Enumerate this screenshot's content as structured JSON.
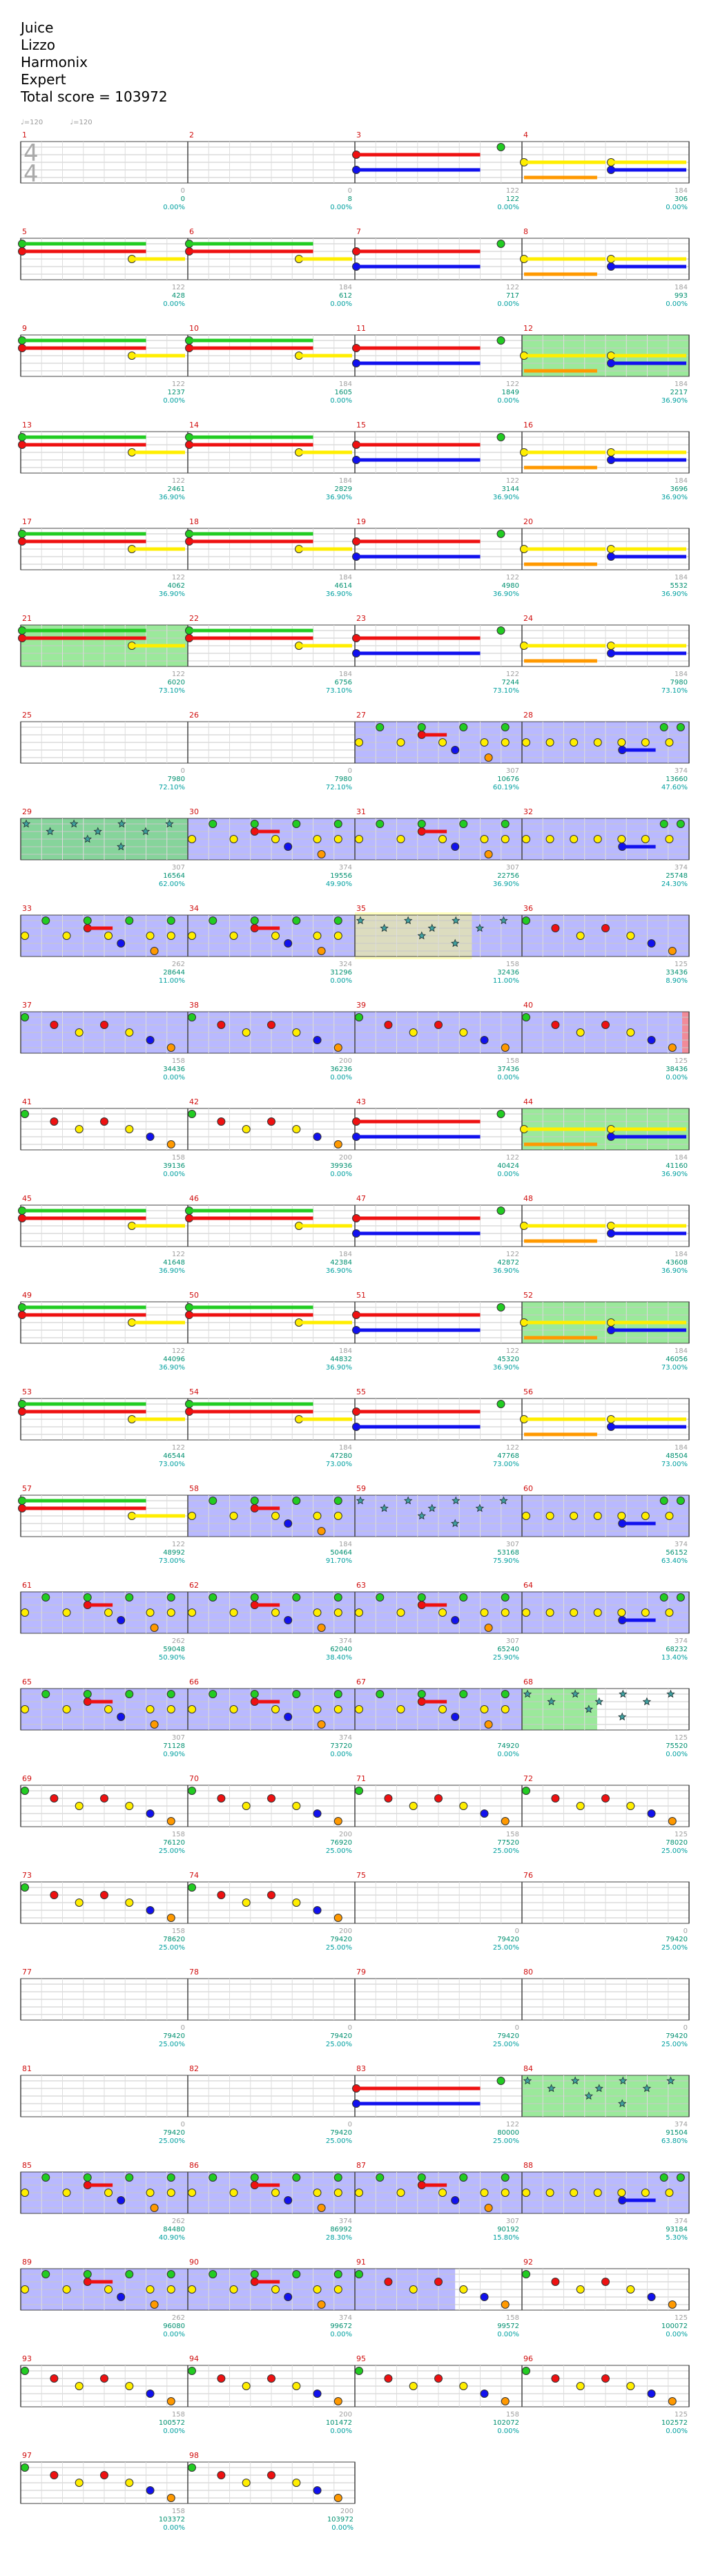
{
  "header": {
    "song": "Juice",
    "artist": "Lizzo",
    "charter": "Harmonix",
    "difficulty": "Expert",
    "total_score": "Total score = 103972"
  },
  "tempo_marks": [
    "♩=120",
    "♩=120"
  ],
  "time_signature": {
    "top": "4",
    "bottom": "4"
  },
  "colors": {
    "green": "#22cc22",
    "red": "#ee1111",
    "yellow": "#ffee00",
    "blue": "#1111ee",
    "orange": "#ff9900",
    "overdrive": "#8080ff",
    "solo": "#70e070",
    "star": "#40a0a0"
  },
  "rows": [
    {
      "measures": [
        {
          "n": "1",
          "tick": "",
          "score": "0",
          "pct": "0.00%",
          "pattern": "empty",
          "ts": true
        },
        {
          "n": "2",
          "tick": "0",
          "score": "0",
          "pct": "0.00%",
          "pattern": "empty"
        },
        {
          "n": "3",
          "tick": "0",
          "score": "8",
          "pct": "0.00%",
          "pattern": "sustain"
        },
        {
          "n": "4",
          "tick": "122",
          "score": "122",
          "pct": "0.00%",
          "pattern": "sustain2"
        }
      ],
      "end_tick": "184",
      "end_score": "306",
      "end_pct": "0.00%"
    },
    {
      "measures": [
        {
          "n": "5",
          "tick": "",
          "score": "",
          "pct": "",
          "pattern": "greenlong"
        },
        {
          "n": "6",
          "tick": "122",
          "score": "428",
          "pct": "0.00%",
          "pattern": "greenlong"
        },
        {
          "n": "7",
          "tick": "184",
          "score": "612",
          "pct": "0.00%",
          "pattern": "sustain"
        },
        {
          "n": "8",
          "tick": "122",
          "score": "717",
          "pct": "0.00%",
          "pattern": "sustain2"
        }
      ],
      "end_tick": "184",
      "end_score": "993",
      "end_pct": "0.00%"
    },
    {
      "measures": [
        {
          "n": "9",
          "tick": "",
          "score": "",
          "pct": "",
          "pattern": "greenlong"
        },
        {
          "n": "10",
          "tick": "122",
          "score": "1237",
          "pct": "0.00%",
          "pattern": "greenlong"
        },
        {
          "n": "11",
          "tick": "184",
          "score": "1605",
          "pct": "0.00%",
          "pattern": "sustain"
        },
        {
          "n": "12",
          "tick": "122",
          "score": "1849",
          "pct": "0.00%",
          "pattern": "sustain2",
          "solo": true
        }
      ],
      "end_tick": "184",
      "end_score": "2217",
      "end_pct": "36.90%"
    },
    {
      "measures": [
        {
          "n": "13",
          "tick": "",
          "score": "",
          "pct": "",
          "pattern": "greenlong"
        },
        {
          "n": "14",
          "tick": "122",
          "score": "2461",
          "pct": "36.90%",
          "pattern": "greenlong"
        },
        {
          "n": "15",
          "tick": "184",
          "score": "2829",
          "pct": "36.90%",
          "pattern": "sustain"
        },
        {
          "n": "16",
          "tick": "122",
          "score": "3144",
          "pct": "36.90%",
          "pattern": "sustain2"
        }
      ],
      "end_tick": "184",
      "end_score": "3696",
      "end_pct": "36.90%"
    },
    {
      "measures": [
        {
          "n": "17",
          "tick": "",
          "score": "",
          "pct": "",
          "pattern": "greenlong"
        },
        {
          "n": "18",
          "tick": "122",
          "score": "4062",
          "pct": "36.90%",
          "pattern": "greenlong"
        },
        {
          "n": "19",
          "tick": "184",
          "score": "4614",
          "pct": "36.90%",
          "pattern": "sustain"
        },
        {
          "n": "20",
          "tick": "122",
          "score": "4980",
          "pct": "36.90%",
          "pattern": "sustain2"
        }
      ],
      "end_tick": "184",
      "end_score": "5532",
      "end_pct": "36.90%"
    },
    {
      "measures": [
        {
          "n": "21",
          "tick": "",
          "score": "",
          "pct": "",
          "pattern": "greenlong",
          "solo": true
        },
        {
          "n": "22",
          "tick": "122",
          "score": "6020",
          "pct": "73.10%",
          "pattern": "greenlong"
        },
        {
          "n": "23",
          "tick": "184",
          "score": "6756",
          "pct": "73.10%",
          "pattern": "sustain"
        },
        {
          "n": "24",
          "tick": "122",
          "score": "7244",
          "pct": "73.10%",
          "pattern": "sustain2"
        }
      ],
      "end_tick": "184",
      "end_score": "7980",
      "end_pct": "73.10%"
    },
    {
      "measures": [
        {
          "n": "25",
          "tick": "",
          "score": "",
          "pct": "",
          "pattern": "empty"
        },
        {
          "n": "26",
          "tick": "0",
          "score": "7980",
          "pct": "72.10%",
          "pattern": "empty"
        },
        {
          "n": "27",
          "tick": "0",
          "score": "7980",
          "pct": "72.10%",
          "pattern": "dense",
          "od": true
        },
        {
          "n": "28",
          "tick": "307",
          "score": "10676",
          "pct": "60.19%",
          "pattern": "dense2",
          "od": true
        }
      ],
      "end_tick": "374",
      "end_score": "13660",
      "end_pct": "47.60%"
    },
    {
      "measures": [
        {
          "n": "29",
          "tick": "",
          "score": "",
          "pct": "",
          "pattern": "stars",
          "od": true,
          "solo": true
        },
        {
          "n": "30",
          "tick": "307",
          "score": "16564",
          "pct": "62.00%",
          "pattern": "dense",
          "od": true
        },
        {
          "n": "31",
          "tick": "374",
          "score": "19556",
          "pct": "49.90%",
          "pattern": "dense",
          "od": true
        },
        {
          "n": "32",
          "tick": "307",
          "score": "22756",
          "pct": "36.90%",
          "pattern": "dense2",
          "od": true
        }
      ],
      "end_tick": "374",
      "end_score": "25748",
      "end_pct": "24.30%"
    },
    {
      "measures": [
        {
          "n": "33",
          "tick": "",
          "score": "",
          "pct": "",
          "pattern": "dense",
          "od": true
        },
        {
          "n": "34",
          "tick": "262",
          "score": "28644",
          "pct": "11.00%",
          "pattern": "dense",
          "od": true
        },
        {
          "n": "35",
          "tick": "324",
          "score": "31296",
          "pct": "0.00%",
          "pattern": "stars",
          "od": true,
          "hi": true
        },
        {
          "n": "36",
          "tick": "158",
          "score": "32436",
          "pct": "11.00%",
          "pattern": "scatter",
          "od": true
        }
      ],
      "end_tick": "125",
      "end_score": "33436",
      "end_pct": "8.90%"
    },
    {
      "measures": [
        {
          "n": "37",
          "tick": "",
          "score": "",
          "pct": "",
          "pattern": "scatter",
          "od": true
        },
        {
          "n": "38",
          "tick": "158",
          "score": "34436",
          "pct": "0.00%",
          "pattern": "scatter",
          "od": true
        },
        {
          "n": "39",
          "tick": "200",
          "score": "36236",
          "pct": "0.00%",
          "pattern": "scatter",
          "od": true
        },
        {
          "n": "40",
          "tick": "158",
          "score": "37436",
          "pct": "0.00%",
          "pattern": "scatter",
          "od": true,
          "endred": true
        }
      ],
      "end_tick": "125",
      "end_score": "38436",
      "end_pct": "0.00%"
    },
    {
      "measures": [
        {
          "n": "41",
          "tick": "",
          "score": "",
          "pct": "",
          "pattern": "scatter"
        },
        {
          "n": "42",
          "tick": "158",
          "score": "39136",
          "pct": "0.00%",
          "pattern": "scatter"
        },
        {
          "n": "43",
          "tick": "200",
          "score": "39936",
          "pct": "0.00%",
          "pattern": "sustain"
        },
        {
          "n": "44",
          "tick": "122",
          "score": "40424",
          "pct": "0.00%",
          "pattern": "sustain2",
          "solo": true
        }
      ],
      "end_tick": "184",
      "end_score": "41160",
      "end_pct": "36.90%"
    },
    {
      "measures": [
        {
          "n": "45",
          "tick": "",
          "score": "",
          "pct": "",
          "pattern": "greenlong"
        },
        {
          "n": "46",
          "tick": "122",
          "score": "41648",
          "pct": "36.90%",
          "pattern": "greenlong"
        },
        {
          "n": "47",
          "tick": "184",
          "score": "42384",
          "pct": "36.90%",
          "pattern": "sustain"
        },
        {
          "n": "48",
          "tick": "122",
          "score": "42872",
          "pct": "36.90%",
          "pattern": "sustain2"
        }
      ],
      "end_tick": "184",
      "end_score": "43608",
      "end_pct": "36.90%"
    },
    {
      "measures": [
        {
          "n": "49",
          "tick": "",
          "score": "",
          "pct": "",
          "pattern": "greenlong"
        },
        {
          "n": "50",
          "tick": "122",
          "score": "44096",
          "pct": "36.90%",
          "pattern": "greenlong"
        },
        {
          "n": "51",
          "tick": "184",
          "score": "44832",
          "pct": "36.90%",
          "pattern": "sustain"
        },
        {
          "n": "52",
          "tick": "122",
          "score": "45320",
          "pct": "36.90%",
          "pattern": "sustain2",
          "solo": true
        }
      ],
      "end_tick": "184",
      "end_score": "46056",
      "end_pct": "73.00%"
    },
    {
      "measures": [
        {
          "n": "53",
          "tick": "",
          "score": "",
          "pct": "",
          "pattern": "greenlong"
        },
        {
          "n": "54",
          "tick": "122",
          "score": "46544",
          "pct": "73.00%",
          "pattern": "greenlong"
        },
        {
          "n": "55",
          "tick": "184",
          "score": "47280",
          "pct": "73.00%",
          "pattern": "sustain"
        },
        {
          "n": "56",
          "tick": "122",
          "score": "47768",
          "pct": "73.00%",
          "pattern": "sustain2"
        }
      ],
      "end_tick": "184",
      "end_score": "48504",
      "end_pct": "73.00%"
    },
    {
      "measures": [
        {
          "n": "57",
          "tick": "",
          "score": "",
          "pct": "",
          "pattern": "greenlong"
        },
        {
          "n": "58",
          "tick": "122",
          "score": "48992",
          "pct": "73.00%",
          "pattern": "dense",
          "od": true
        },
        {
          "n": "59",
          "tick": "184",
          "score": "50464",
          "pct": "91.70%",
          "pattern": "stars",
          "od": true
        },
        {
          "n": "60",
          "tick": "307",
          "score": "53168",
          "pct": "75.90%",
          "pattern": "dense2",
          "od": true
        }
      ],
      "end_tick": "374",
      "end_score": "56152",
      "end_pct": "63.40%"
    },
    {
      "measures": [
        {
          "n": "61",
          "tick": "",
          "score": "",
          "pct": "",
          "pattern": "dense",
          "od": true
        },
        {
          "n": "62",
          "tick": "262",
          "score": "59048",
          "pct": "50.90%",
          "pattern": "dense",
          "od": true
        },
        {
          "n": "63",
          "tick": "374",
          "score": "62040",
          "pct": "38.40%",
          "pattern": "dense",
          "od": true
        },
        {
          "n": "64",
          "tick": "307",
          "score": "65240",
          "pct": "25.90%",
          "pattern": "dense2",
          "od": true
        }
      ],
      "end_tick": "374",
      "end_score": "68232",
      "end_pct": "13.40%"
    },
    {
      "measures": [
        {
          "n": "65",
          "tick": "",
          "score": "",
          "pct": "",
          "pattern": "dense",
          "od": true
        },
        {
          "n": "66",
          "tick": "307",
          "score": "71128",
          "pct": "0.90%",
          "pattern": "dense",
          "od": true
        },
        {
          "n": "67",
          "tick": "374",
          "score": "73720",
          "pct": "0.00%",
          "pattern": "dense",
          "od": true
        },
        {
          "n": "68",
          "tick": "",
          "score": "74920",
          "pct": "0.00%",
          "pattern": "stars",
          "solo": true,
          "half": true
        }
      ],
      "end_tick": "125",
      "end_score": "75520",
      "end_pct": "0.00%"
    },
    {
      "measures": [
        {
          "n": "69",
          "tick": "",
          "score": "",
          "pct": "",
          "pattern": "scatter"
        },
        {
          "n": "70",
          "tick": "158",
          "score": "76120",
          "pct": "25.00%",
          "pattern": "scatter"
        },
        {
          "n": "71",
          "tick": "200",
          "score": "76920",
          "pct": "25.00%",
          "pattern": "scatter"
        },
        {
          "n": "72",
          "tick": "158",
          "score": "77520",
          "pct": "25.00%",
          "pattern": "scatter"
        }
      ],
      "end_tick": "125",
      "end_score": "78020",
      "end_pct": "25.00%"
    },
    {
      "measures": [
        {
          "n": "73",
          "tick": "",
          "score": "",
          "pct": "",
          "pattern": "scatter"
        },
        {
          "n": "74",
          "tick": "158",
          "score": "78620",
          "pct": "25.00%",
          "pattern": "scatter"
        },
        {
          "n": "75",
          "tick": "200",
          "score": "79420",
          "pct": "25.00%",
          "pattern": "empty"
        },
        {
          "n": "76",
          "tick": "0",
          "score": "79420",
          "pct": "25.00%",
          "pattern": "empty"
        }
      ],
      "end_tick": "0",
      "end_score": "79420",
      "end_pct": "25.00%"
    },
    {
      "measures": [
        {
          "n": "77",
          "tick": "",
          "score": "",
          "pct": "",
          "pattern": "empty"
        },
        {
          "n": "78",
          "tick": "0",
          "score": "79420",
          "pct": "25.00%",
          "pattern": "empty"
        },
        {
          "n": "79",
          "tick": "0",
          "score": "79420",
          "pct": "25.00%",
          "pattern": "empty"
        },
        {
          "n": "80",
          "tick": "0",
          "score": "79420",
          "pct": "25.00%",
          "pattern": "empty"
        }
      ],
      "end_tick": "0",
      "end_score": "79420",
      "end_pct": "25.00%"
    },
    {
      "measures": [
        {
          "n": "81",
          "tick": "",
          "score": "",
          "pct": "",
          "pattern": "empty"
        },
        {
          "n": "82",
          "tick": "0",
          "score": "79420",
          "pct": "25.00%",
          "pattern": "empty"
        },
        {
          "n": "83",
          "tick": "0",
          "score": "79420",
          "pct": "25.00%",
          "pattern": "sustain"
        },
        {
          "n": "84",
          "tick": "122",
          "score": "80000",
          "pct": "25.00%",
          "pattern": "stars",
          "solo": true
        }
      ],
      "end_tick": "374",
      "end_score": "91504",
      "end_pct": "63.80%"
    },
    {
      "measures": [
        {
          "n": "85",
          "tick": "",
          "score": "",
          "pct": "",
          "pattern": "dense",
          "od": true
        },
        {
          "n": "86",
          "tick": "262",
          "score": "84480",
          "pct": "40.90%",
          "pattern": "dense",
          "od": true
        },
        {
          "n": "87",
          "tick": "374",
          "score": "86992",
          "pct": "28.30%",
          "pattern": "dense",
          "od": true
        },
        {
          "n": "88",
          "tick": "307",
          "score": "90192",
          "pct": "15.80%",
          "pattern": "dense2",
          "od": true
        }
      ],
      "end_tick": "374",
      "end_score": "93184",
      "end_pct": "5.30%"
    },
    {
      "measures": [
        {
          "n": "89",
          "tick": "",
          "score": "",
          "pct": "",
          "pattern": "dense",
          "od": true
        },
        {
          "n": "90",
          "tick": "262",
          "score": "96080",
          "pct": "0.00%",
          "pattern": "dense",
          "od": true
        },
        {
          "n": "91",
          "tick": "374",
          "score": "99672",
          "pct": "0.00%",
          "pattern": "scatter",
          "odhalf": true
        },
        {
          "n": "92",
          "tick": "158",
          "score": "99572",
          "pct": "0.00%",
          "pattern": "scatter"
        }
      ],
      "end_tick": "125",
      "end_score": "100072",
      "end_pct": "0.00%"
    },
    {
      "measures": [
        {
          "n": "93",
          "tick": "",
          "score": "",
          "pct": "",
          "pattern": "scatter"
        },
        {
          "n": "94",
          "tick": "158",
          "score": "100572",
          "pct": "0.00%",
          "pattern": "scatter"
        },
        {
          "n": "95",
          "tick": "200",
          "score": "101472",
          "pct": "0.00%",
          "pattern": "scatter"
        },
        {
          "n": "96",
          "tick": "158",
          "score": "102072",
          "pct": "0.00%",
          "pattern": "scatter"
        }
      ],
      "end_tick": "125",
      "end_score": "102572",
      "end_pct": "0.00%"
    },
    {
      "measures": [
        {
          "n": "97",
          "tick": "",
          "score": "",
          "pct": "",
          "pattern": "scatter"
        },
        {
          "n": "98",
          "tick": "158",
          "score": "103372",
          "pct": "0.00%",
          "pattern": "scatter"
        }
      ],
      "end_tick": "200",
      "end_score": "103972",
      "end_pct": "0.00%"
    }
  ]
}
